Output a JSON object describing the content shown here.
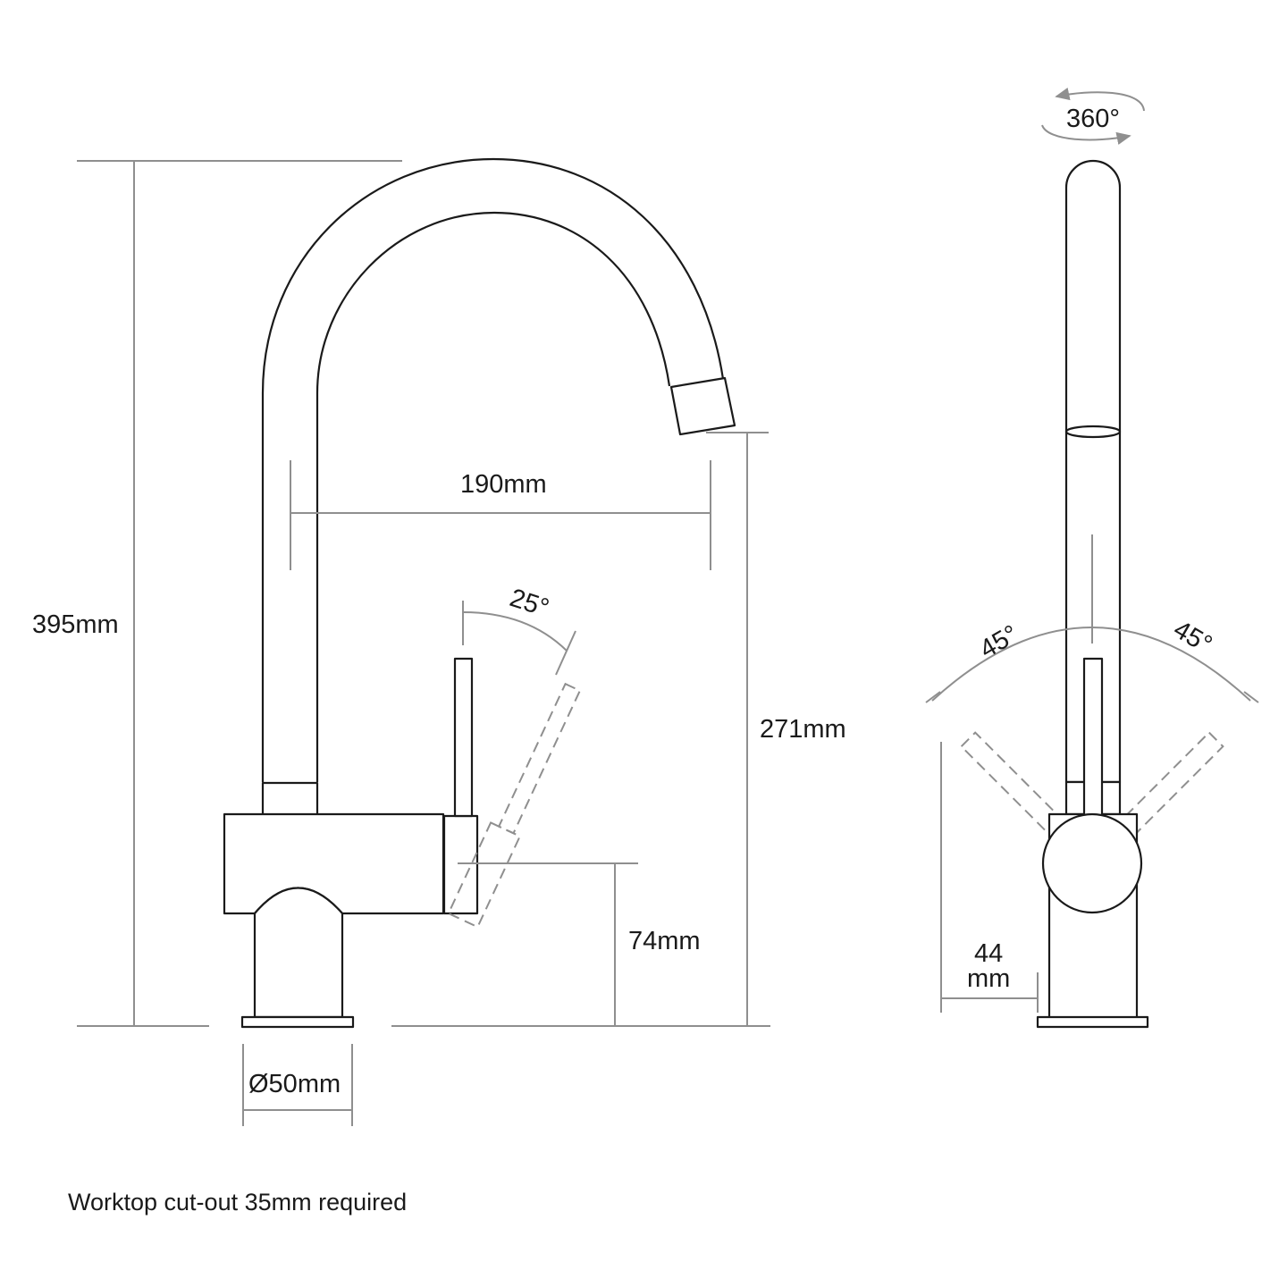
{
  "dimensions": {
    "height_total": "395mm",
    "spout_reach": "190mm",
    "spout_clearance": "271mm",
    "lever_height": "74mm",
    "base_diameter": "Ø50mm",
    "lever_angle": "25°",
    "swivel_angle": "360°",
    "lever_side_left": "45°",
    "lever_side_right": "45°",
    "lever_offset_value": "44",
    "lever_offset_unit": "mm"
  },
  "note": "Worktop cut-out 35mm required",
  "colors": {
    "outline": "#1a1a1a",
    "dimension": "#8f8f8f",
    "background": "#ffffff"
  }
}
